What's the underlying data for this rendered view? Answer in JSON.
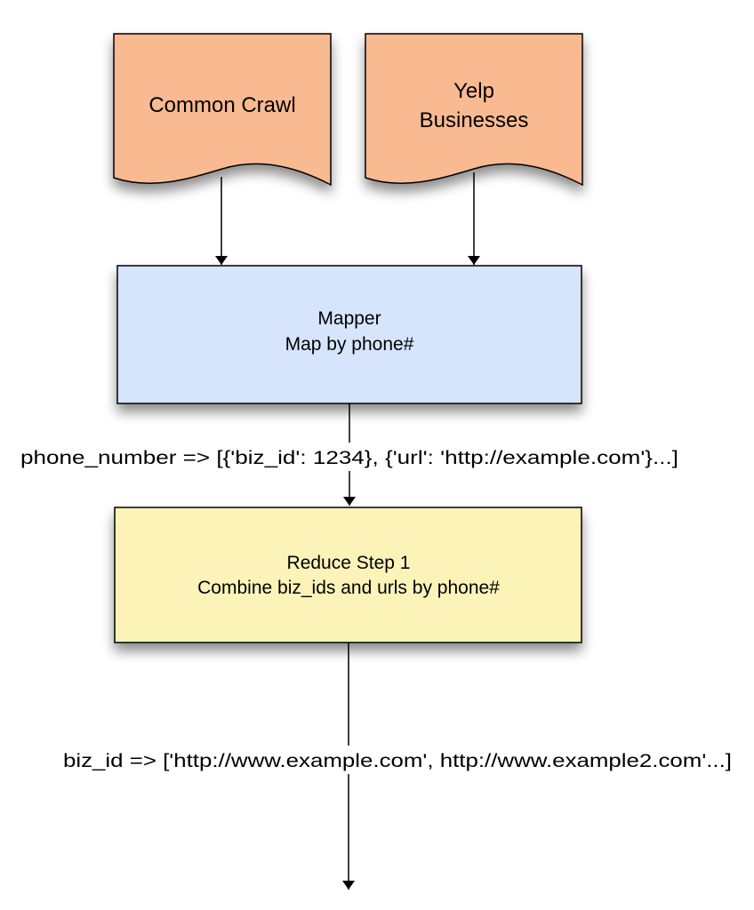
{
  "diagram": {
    "nodes": {
      "common_crawl": {
        "line1": "Common Crawl",
        "color": "#f9b991"
      },
      "yelp_businesses": {
        "line1": "Yelp",
        "line2": "Businesses",
        "color": "#f9b991"
      },
      "mapper": {
        "line1": "Mapper",
        "line2": "Map by phone#",
        "color": "#d6e5fb"
      },
      "reduce_step_1": {
        "line1": "Reduce Step 1",
        "line2": "Combine biz_ids and urls by phone#",
        "color": "#fcf3b9"
      }
    },
    "edge_labels": {
      "mapper_output": "phone_number => [{'biz_id': 1234}, {'url': 'http://example.com'}...]",
      "reduce_output": "biz_id => ['http://www.example.com', http://www.example2.com'...]"
    }
  }
}
